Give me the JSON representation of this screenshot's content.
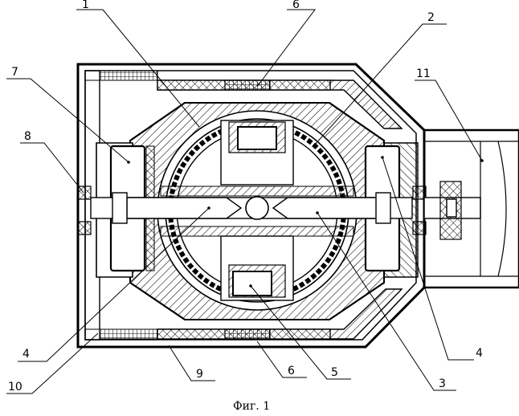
{
  "labels": {
    "l1": "1",
    "l2": "2",
    "l3": "3",
    "l4_left": "4",
    "l4_right": "4",
    "l5": "5",
    "l6_top": "6",
    "l6_bottom": "6",
    "l7": "7",
    "l8": "8",
    "l9": "9",
    "l10": "10",
    "l11": "11"
  },
  "caption": "Фиг. 1"
}
